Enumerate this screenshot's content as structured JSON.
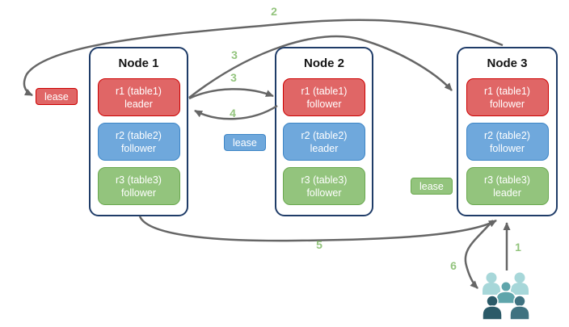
{
  "colors": {
    "red_fill": "#e06666",
    "red_border": "#cc0000",
    "blue_fill": "#6fa8dc",
    "blue_border": "#3d85c6",
    "green_fill": "#93c47d",
    "green_border": "#6aa84f",
    "node_border": "#1f3c68",
    "arrow": "#666666",
    "step_label": "#93c47d",
    "users_light": "#a7d7d9",
    "users_medium": "#5fa5ab",
    "users_dark_left": "#2b5a68",
    "users_dark_right": "#3f7280"
  },
  "nodes": [
    {
      "title": "Node 1",
      "replicas": [
        {
          "line1": "r1 (table1)",
          "line2": "leader",
          "color": "red"
        },
        {
          "line1": "r2 (table2)",
          "line2": "follower",
          "color": "blue"
        },
        {
          "line1": "r3 (table3)",
          "line2": "follower",
          "color": "green"
        }
      ]
    },
    {
      "title": "Node 2",
      "replicas": [
        {
          "line1": "r1 (table1)",
          "line2": "follower",
          "color": "red"
        },
        {
          "line1": "r2 (table2)",
          "line2": "leader",
          "color": "blue"
        },
        {
          "line1": "r3 (table3)",
          "line2": "follower",
          "color": "green"
        }
      ]
    },
    {
      "title": "Node 3",
      "replicas": [
        {
          "line1": "r1 (table1)",
          "line2": "follower",
          "color": "red"
        },
        {
          "line1": "r2 (table2)",
          "line2": "follower",
          "color": "blue"
        },
        {
          "line1": "r3 (table3)",
          "line2": "leader",
          "color": "green"
        }
      ]
    }
  ],
  "leases": [
    {
      "label": "lease",
      "color": "red"
    },
    {
      "label": "lease",
      "color": "blue"
    },
    {
      "label": "lease",
      "color": "green"
    }
  ],
  "flow_labels": [
    {
      "text": "2"
    },
    {
      "text": "3"
    },
    {
      "text": "3"
    },
    {
      "text": "4"
    },
    {
      "text": "5"
    },
    {
      "text": "6"
    },
    {
      "text": "1"
    }
  ],
  "icons": {
    "users_group": "users-group-icon"
  }
}
